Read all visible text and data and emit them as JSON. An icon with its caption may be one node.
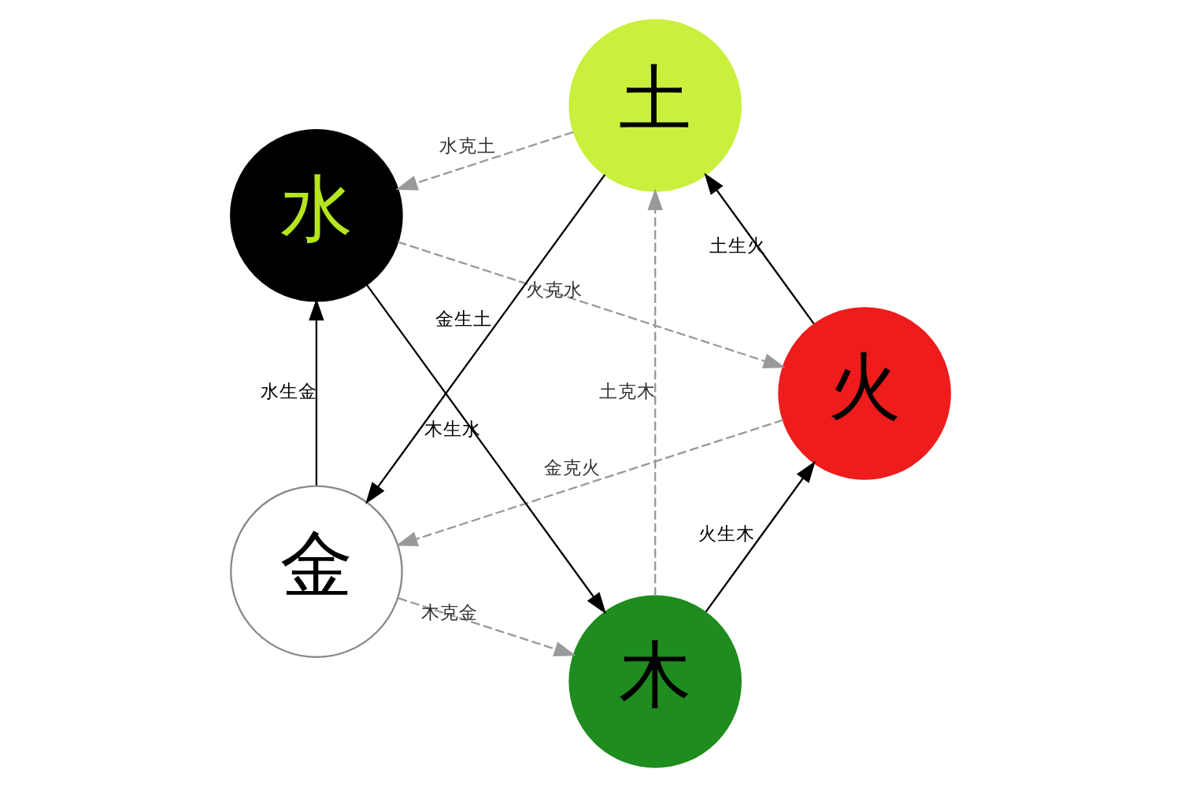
{
  "diagram": {
    "nodes": [
      {
        "text": [
          "木"
        ]
      },
      {
        "text": [
          "火"
        ]
      },
      {
        "text": [
          "水"
        ]
      },
      {
        "text": [
          "土"
        ]
      },
      {
        "text": [
          "金"
        ]
      }
    ],
    "edges": [
      {
        "from": 0,
        "to": 1,
        "arrow": "to",
        "label": "火生木"
      },
      {
        "from": 2,
        "to": 0,
        "arrow": "to",
        "label": "木生水"
      },
      {
        "from": 1,
        "to": 3,
        "arrow": "to",
        "label": "土生火"
      },
      {
        "from": 4,
        "to": 2,
        "arrow": "to",
        "label": "水生金"
      },
      {
        "from": 3,
        "to": 4,
        "arrow": "to",
        "label": "金生土"
      },
      {
        "from": 2,
        "to": 1,
        "arrow": "to",
        "label": "火克水",
        "style": "dashed",
        "color": "#999999"
      },
      {
        "from": 4,
        "to": 0,
        "arrow": "to",
        "label": "木克金",
        "style": "dashed",
        "color": "#999999"
      },
      {
        "from": 0,
        "to": 3,
        "arrow": "to",
        "label": "土克木",
        "style": "dashed",
        "color": "#999999"
      },
      {
        "from": 3,
        "to": 2,
        "arrow": "to",
        "label": "水克土",
        "style": "dashed",
        "color": "#999999"
      },
      {
        "from": 1,
        "to": 4,
        "arrow": "to",
        "label": "金克火",
        "style": "dashed",
        "color": "#999999"
      }
    ]
  }
}
